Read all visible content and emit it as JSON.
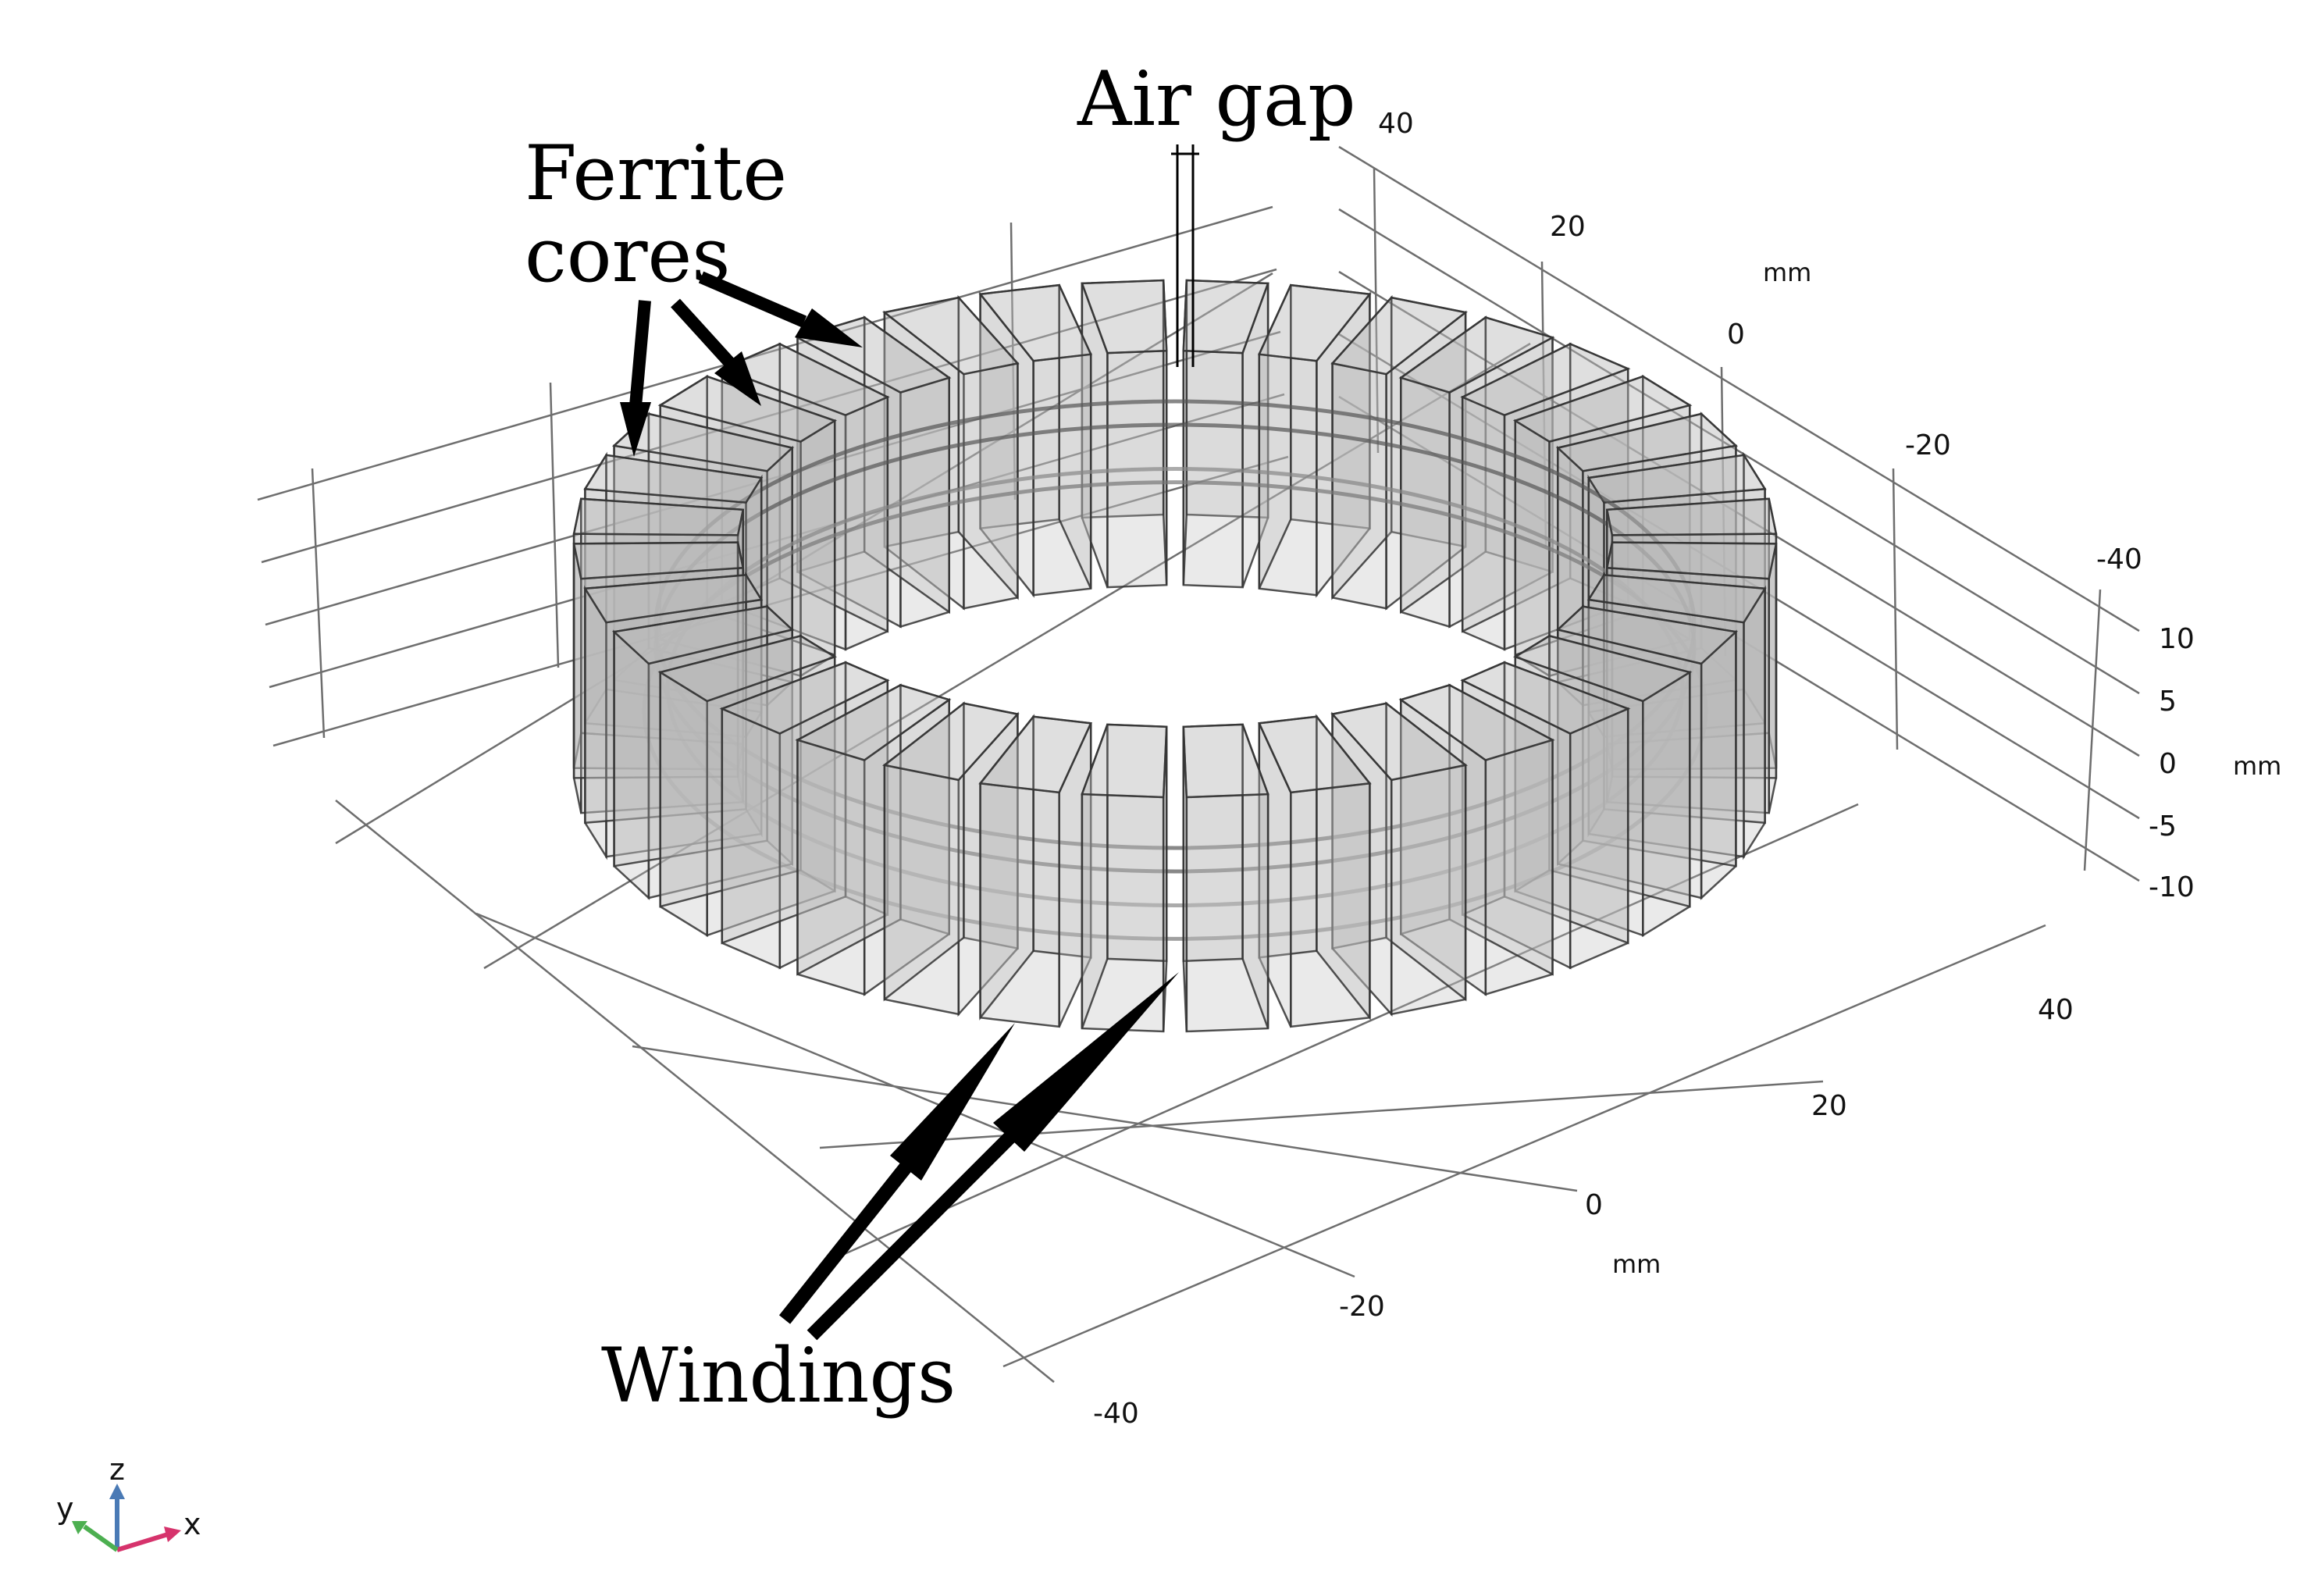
{
  "annotations": {
    "air_gap": "Air gap",
    "ferrite_line1": "Ferrite",
    "ferrite_line2": "cores",
    "windings": "Windings"
  },
  "axes": {
    "x_ticks": [
      "-40",
      "-20",
      "0",
      "20",
      "40"
    ],
    "y_ticks": [
      "-40",
      "-20",
      "0",
      "20",
      "40"
    ],
    "z_ticks": [
      "-10",
      "-5",
      "0",
      "5",
      "10"
    ],
    "x_unit": "mm",
    "y_unit": "mm",
    "z_unit": "mm"
  },
  "triad": {
    "x": "x",
    "y": "y",
    "z": "z"
  },
  "model": {
    "core_count": 36
  },
  "colors": {
    "core_fill": "#b9b9b9",
    "core_edge": "#333333",
    "grid": "#6e6e6e",
    "triad_x": "#d6336c",
    "triad_y": "#4caf50",
    "triad_z": "#4a7ab5"
  }
}
